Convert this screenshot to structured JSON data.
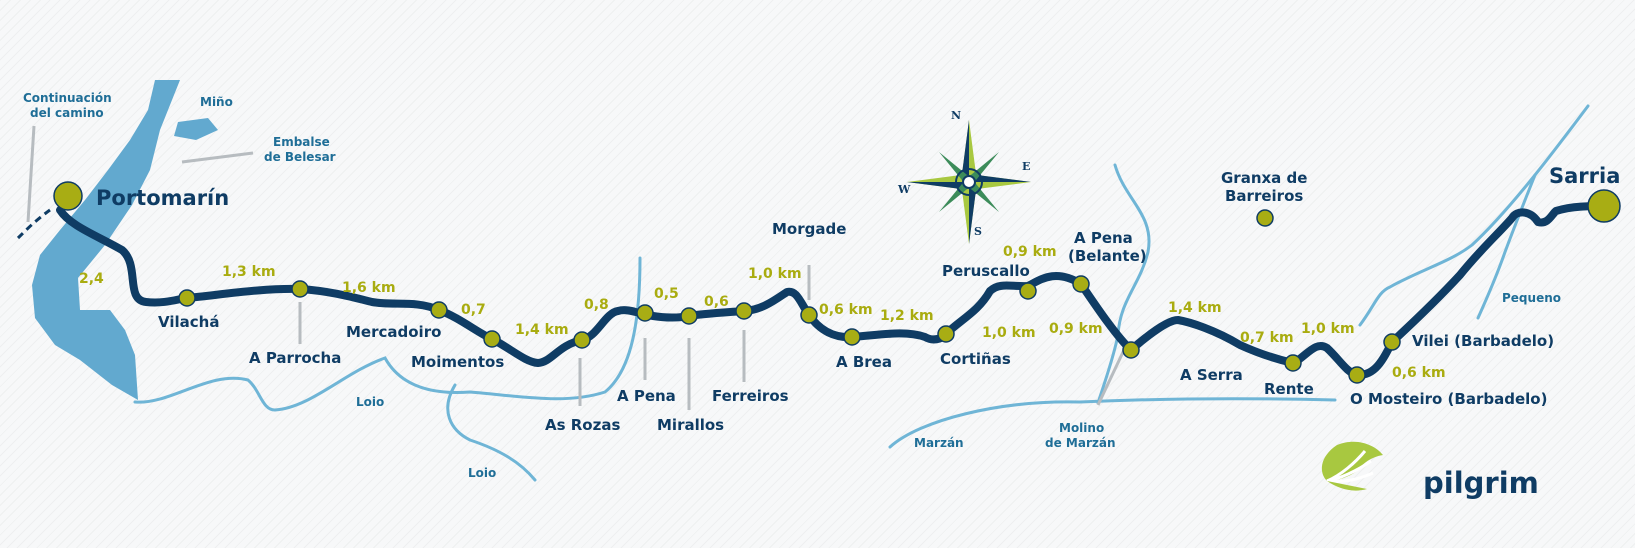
{
  "title": {
    "end": "Sarria",
    "start": "Portomarín"
  },
  "route_color": "#0f3c64",
  "stop_color": "#a8ad14",
  "water_color": "#6fb5d6",
  "labels": {
    "continuacion_l1": "Continuación",
    "continuacion_l2": "del camino",
    "mino": "Miño",
    "embalse_l1": "Embalse",
    "embalse_l2": "de Belesar",
    "granxa_l1": "Granxa de",
    "granxa_l2": "Barreiros",
    "pequeno": "Pequeno",
    "loio1": "Loio",
    "loio2": "Loio",
    "marzan": "Marzán",
    "molino_l1": "Molino",
    "molino_l2": "de Marzán"
  },
  "stops": {
    "vilacha": "Vilachá",
    "parrocha": "A Parrocha",
    "mercadoiro": "Mercadoiro",
    "moimentos": "Moimentos",
    "asrozas": "As Rozas",
    "apena1": "A Pena",
    "mirallos": "Mirallos",
    "ferreiros": "Ferreiros",
    "morgade": "Morgade",
    "abrea": "A Brea",
    "cortinas": "Cortiñas",
    "peruscallo": "Peruscallo",
    "apena_belante_l1": "A Pena",
    "apena_belante_l2": "(Belante)",
    "aserra": "A Serra",
    "rente": "Rente",
    "mosteiro": "O Mosteiro (Barbadelo)",
    "vilei": "Vilei (Barbadelo)"
  },
  "distances": {
    "d1": "2,4",
    "d2": "1,3 km",
    "d3": "1,6 km",
    "d4": "0,7",
    "d5": "1,4 km",
    "d6": "0,8",
    "d7": "0,5",
    "d8": "0,6",
    "d9": "1,0 km",
    "d10": "0,6 km",
    "d11": "1,2 km",
    "d12": "1,0 km",
    "d13": "0,9 km",
    "d14": "0,9 km",
    "d15": "1,4 km",
    "d16": "0,7 km",
    "d17": "1,0 km",
    "d18": "0,6 km"
  },
  "compass": {
    "n": "N",
    "s": "S",
    "e": "E",
    "w": "W"
  },
  "brand": {
    "name": "pilgrim",
    "icon": "scallop-shell-icon"
  }
}
